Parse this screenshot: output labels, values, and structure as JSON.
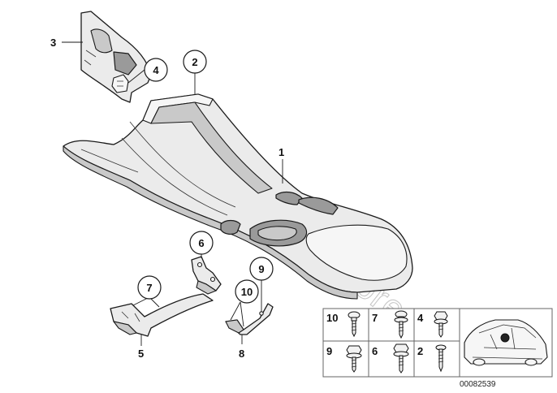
{
  "diagram": {
    "watermark": "www.BMWstore.pl",
    "document_number": "00082539",
    "callouts": {
      "c1": "1",
      "c2": "2",
      "c3": "3",
      "c4": "4",
      "c5": "5",
      "c6": "6",
      "c7": "7",
      "c8": "8",
      "c9": "9",
      "c10": "10"
    },
    "fastener_table": [
      {
        "label": "10",
        "part": "screw"
      },
      {
        "label": "7",
        "part": "screw-with-washer"
      },
      {
        "label": "4",
        "part": "hex-flange-bolt"
      },
      {
        "label": "9",
        "part": "hex-flange-bolt"
      },
      {
        "label": "6",
        "part": "hex-flange-bolt"
      },
      {
        "label": "2",
        "part": "self-tapping-screw"
      }
    ],
    "vehicle_thumbnail": "car-location-icon"
  }
}
